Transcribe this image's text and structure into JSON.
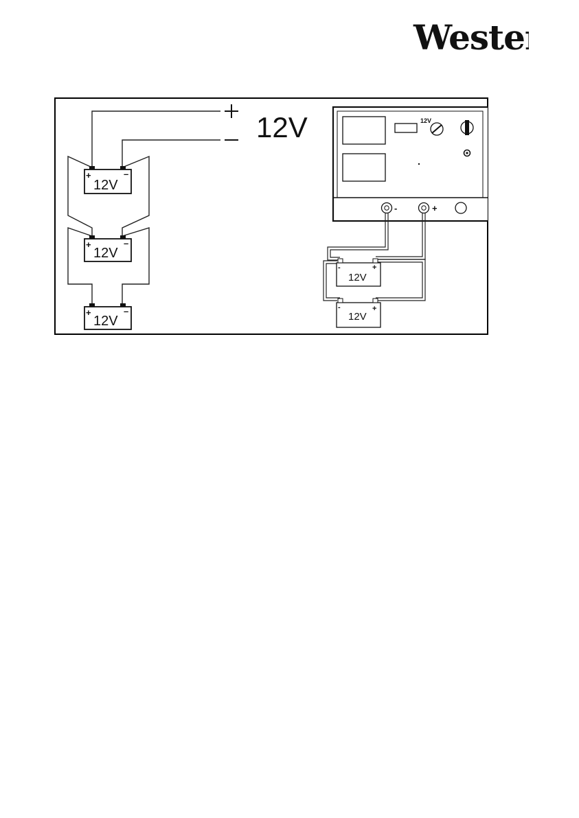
{
  "brand": {
    "logo_text": "Wester"
  },
  "diagram": {
    "supply_voltage": "12V",
    "plus_sign": "+",
    "minus_sign": "–",
    "series_batteries": [
      {
        "label": "12V",
        "plus": "+",
        "minus": "–"
      },
      {
        "label": "12V",
        "plus": "+",
        "minus": "–"
      },
      {
        "label": "12V",
        "plus": "+",
        "minus": "–"
      }
    ],
    "charger": {
      "selector_label": "12V",
      "terminal_minus": "-",
      "terminal_plus": "+"
    },
    "parallel_batteries": [
      {
        "label": "12V",
        "plus": "+",
        "minus": "-"
      },
      {
        "label": "12V",
        "plus": "+",
        "minus": "-"
      }
    ]
  }
}
